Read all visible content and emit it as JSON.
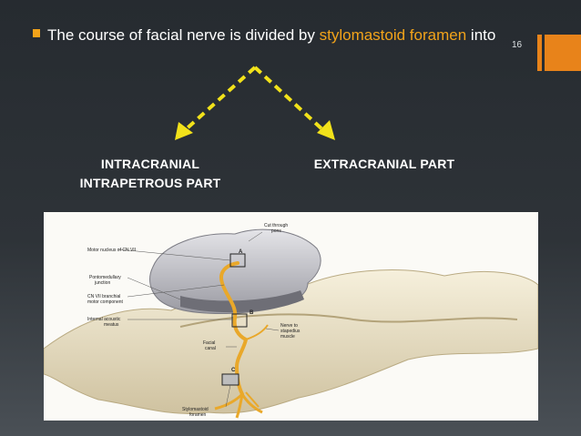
{
  "slide": {
    "bullet": {
      "text_before": "The course of facial nerve is divided by ",
      "highlight": "stylomastoid foramen",
      "text_after": " into"
    },
    "slide_number": "16",
    "left_part": "INTRACRANIAL INTRAPETROUS PART",
    "right_part": "EXTRACRANIAL PART",
    "colors": {
      "accent": "#e8831a",
      "highlight": "#f2a31a",
      "arrow": "#f2e21a",
      "nerve": "#e9a82a"
    }
  },
  "figure": {
    "labels": {
      "motor_nucleus": "Motor nucleus of CN VII",
      "cut_through_line1": "Cut through",
      "cut_through_line2": "pons",
      "pontomedullary_line1": "Pontomedullary",
      "pontomedullary_line2": "junction",
      "branchial_line1": "CN VII branchial",
      "branchial_line2": "motor component",
      "meatus_line1": "Internal acoustic",
      "meatus_line2": "meatus",
      "facial_canal_line1": "Facial",
      "facial_canal_line2": "canal",
      "nerve_stapedius_line1": "Nerve to",
      "nerve_stapedius_line2": "stapedius",
      "nerve_stapedius_line3": "muscle",
      "stylomastoid_line1": "Stylomastoid",
      "stylomastoid_line2": "foramen",
      "marker_a": "A",
      "marker_b": "B",
      "marker_c": "C"
    }
  }
}
